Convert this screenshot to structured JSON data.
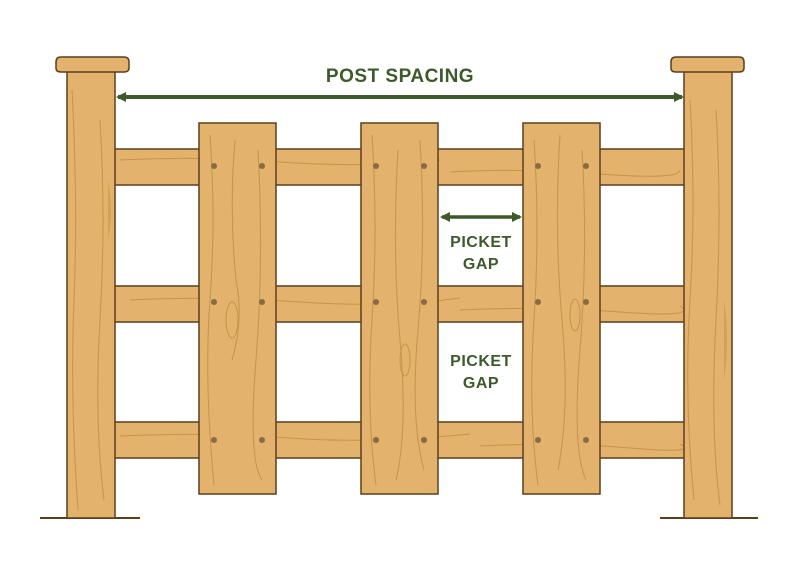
{
  "labels": {
    "post_spacing": "POST SPACING",
    "picket_gap_1_line1": "PICKET",
    "picket_gap_1_line2": "GAP",
    "picket_gap_2_line1": "PICKET",
    "picket_gap_2_line2": "GAP"
  },
  "colors": {
    "wood_fill": "#e3b26c",
    "wood_dark": "#c9924a",
    "outline": "#5a3f1c",
    "label_green": "#3d5a2a",
    "screw": "#8a6a45"
  }
}
